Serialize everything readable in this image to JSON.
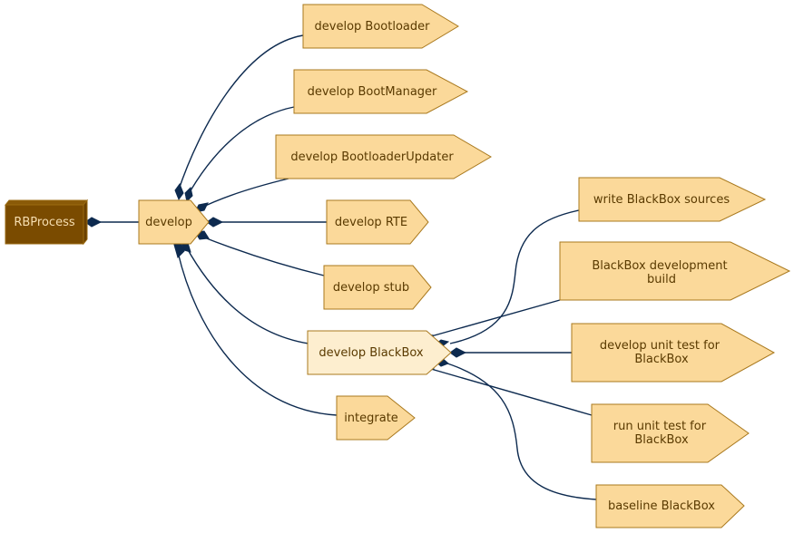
{
  "diagram": {
    "colors": {
      "node_fill": "#fbd99a",
      "node_fill_highlight": "#fdeecf",
      "node_stroke": "#a9791e",
      "root_fill": "#7a4b00",
      "root_stroke": "#9a6a10",
      "edge": "#0d2a4f"
    },
    "root": {
      "label": "RBProcess"
    },
    "develop": {
      "label": "develop"
    },
    "develop_children": [
      {
        "label": "develop Bootloader"
      },
      {
        "label": "develop BootManager"
      },
      {
        "label": "develop BootloaderUpdater"
      },
      {
        "label": "develop RTE"
      },
      {
        "label": "develop stub"
      },
      {
        "label": "develop BlackBox"
      },
      {
        "label": "integrate"
      }
    ],
    "blackbox_children": [
      {
        "label": "write BlackBox sources"
      },
      {
        "label_lines": [
          "BlackBox development",
          "build"
        ]
      },
      {
        "label_lines": [
          "develop unit test for",
          "BlackBox"
        ]
      },
      {
        "label_lines": [
          "run unit test for",
          "BlackBox"
        ]
      },
      {
        "label": "baseline BlackBox"
      }
    ]
  }
}
